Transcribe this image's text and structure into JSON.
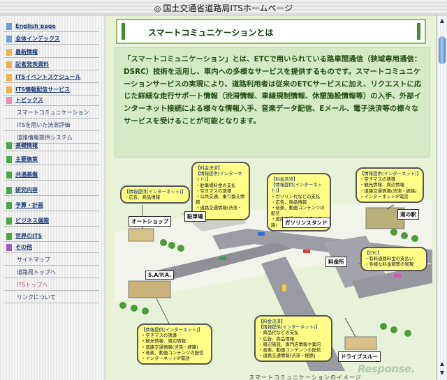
{
  "window": {
    "title": "国土交通省道路局ITSホームページ"
  },
  "sidebar": {
    "groups": [
      {
        "items": [
          {
            "label": "English page",
            "color": "#6fa0d8"
          },
          {
            "label": "全体インデックス",
            "color": "#6fa0d8"
          }
        ]
      },
      {
        "items": [
          {
            "label": "最新情報",
            "color": "#f2b24b"
          },
          {
            "label": "記者発表資料",
            "color": "#f2b24b"
          },
          {
            "label": "ITSイベントスケジュール",
            "color": "#f2b24b"
          },
          {
            "label": "ITS情報配信サービス",
            "color": "#f2b24b"
          }
        ]
      },
      {
        "items": [
          {
            "label": "トピックス",
            "color": "#f08ab8"
          }
        ],
        "subs": [
          {
            "label": "スマートコミュニケーション",
            "active": false
          },
          {
            "label": "ITSを用いた渋滞評価",
            "active": false
          },
          {
            "label": "道路情報提供システム",
            "active": false
          }
        ]
      },
      {
        "items": [
          {
            "label": "基礎情報",
            "color": "#4aa84a"
          }
        ]
      },
      {
        "items": [
          {
            "label": "主要施策",
            "color": "#4aa84a"
          },
          {
            "label": "共通基盤",
            "color": "#4aa84a"
          },
          {
            "label": "研究内容",
            "color": "#4aa84a"
          },
          {
            "label": "予算・計画",
            "color": "#4aa84a"
          },
          {
            "label": "ビジネス展開",
            "color": "#4aa84a"
          },
          {
            "label": "世界のITS",
            "color": "#4aa84a"
          }
        ]
      },
      {
        "items": [
          {
            "label": "その他",
            "color": "#9a5fb8"
          }
        ],
        "subs": [
          {
            "label": "サイトマップ",
            "active": false
          },
          {
            "label": "道路局トップへ",
            "active": false
          },
          {
            "label": "ITSトップへ",
            "active": true
          },
          {
            "label": "リンクについて",
            "active": false
          }
        ]
      }
    ]
  },
  "main": {
    "heading": "スマートコミュニケーションとは",
    "description": "「スマートコミュニケーション」とは、ETCで用いられている路車間通信（狭域専用通信：DSRC）技術を活用し、車内への多様なサービスを提供するものです。スマートコミュニケーションサービスの実現により、道路利用者は従来のETCサービスに加え、リクエストに応じた詳細な走行サポート情報（渋滞情報、車線規制情報、休憩施設情報等）の入手、外部インターネット接続による様々な情報入手、音楽データ配信、Eメール、電子決済等の様々なサービスを受けることが可能となります。",
    "caption": "スマートコミュニケーションのイメージ"
  },
  "diagram": {
    "places": {
      "auto_shop": "オートショップ",
      "parking": "駐車場",
      "gas_station": "ガソリンスタンド",
      "michinoeki": "道の駅",
      "toll_gate": "料金所",
      "sapa": "S.A/P.A.",
      "drive_thru": "ドライブスルー"
    },
    "callouts": {
      "auto_shop": {
        "head": "【情報提供(インターネット)】",
        "lines": [
          "・広告、商品情報"
        ]
      },
      "parking": {
        "head": "【料金決済】",
        "head2": "【情報提供(インターネット)】",
        "lines": [
          "・駐車場料金の支払",
          "・空きマスの誘導",
          "・公共交通、乗り換え情報",
          "・道路交通情報(渋滞・経路)"
        ]
      },
      "gas_station": {
        "head": "【料金決済】",
        "head2": "【情報提供(インターネット)】",
        "lines": [
          "・ガソリン代などの支払",
          "・広告、商品情報",
          "・音楽、動画コンテンツの配信",
          "・道路交通情報(渋滞・経路)"
        ]
      },
      "michinoeki": {
        "head": "【情報提供(インターネット)】",
        "lines": [
          "・空きマスの誘導",
          "・観光情報、周辺情報",
          "・道路交通情報(渋滞・経路)",
          "・インターネットIP電話"
        ]
      },
      "toll": {
        "head": "【ETC】",
        "lines": [
          "・有料道路料金の支払い",
          "・多様な料金施策の実現"
        ]
      },
      "sapa": {
        "head": "【情報提供(インターネット)】",
        "lines": [
          "・空きマスの誘導",
          "・観光情報、周辺情報",
          "・道路交通情報(渋滞・経路)",
          "・音楽、動画コンテンツの配信",
          "・インターネットIP電話"
        ]
      },
      "drive_thru": {
        "head": "【料金決済】",
        "head2": "【情報提供(インターネット)】",
        "lines": [
          "・商品代などの支払",
          "・広告、商品情報",
          "・周辺施設、専門店情報や案内",
          "・音楽、動画コンテンツの配信",
          "・道路交通情報(渋滞・経路)"
        ]
      }
    }
  },
  "watermark": "Response."
}
